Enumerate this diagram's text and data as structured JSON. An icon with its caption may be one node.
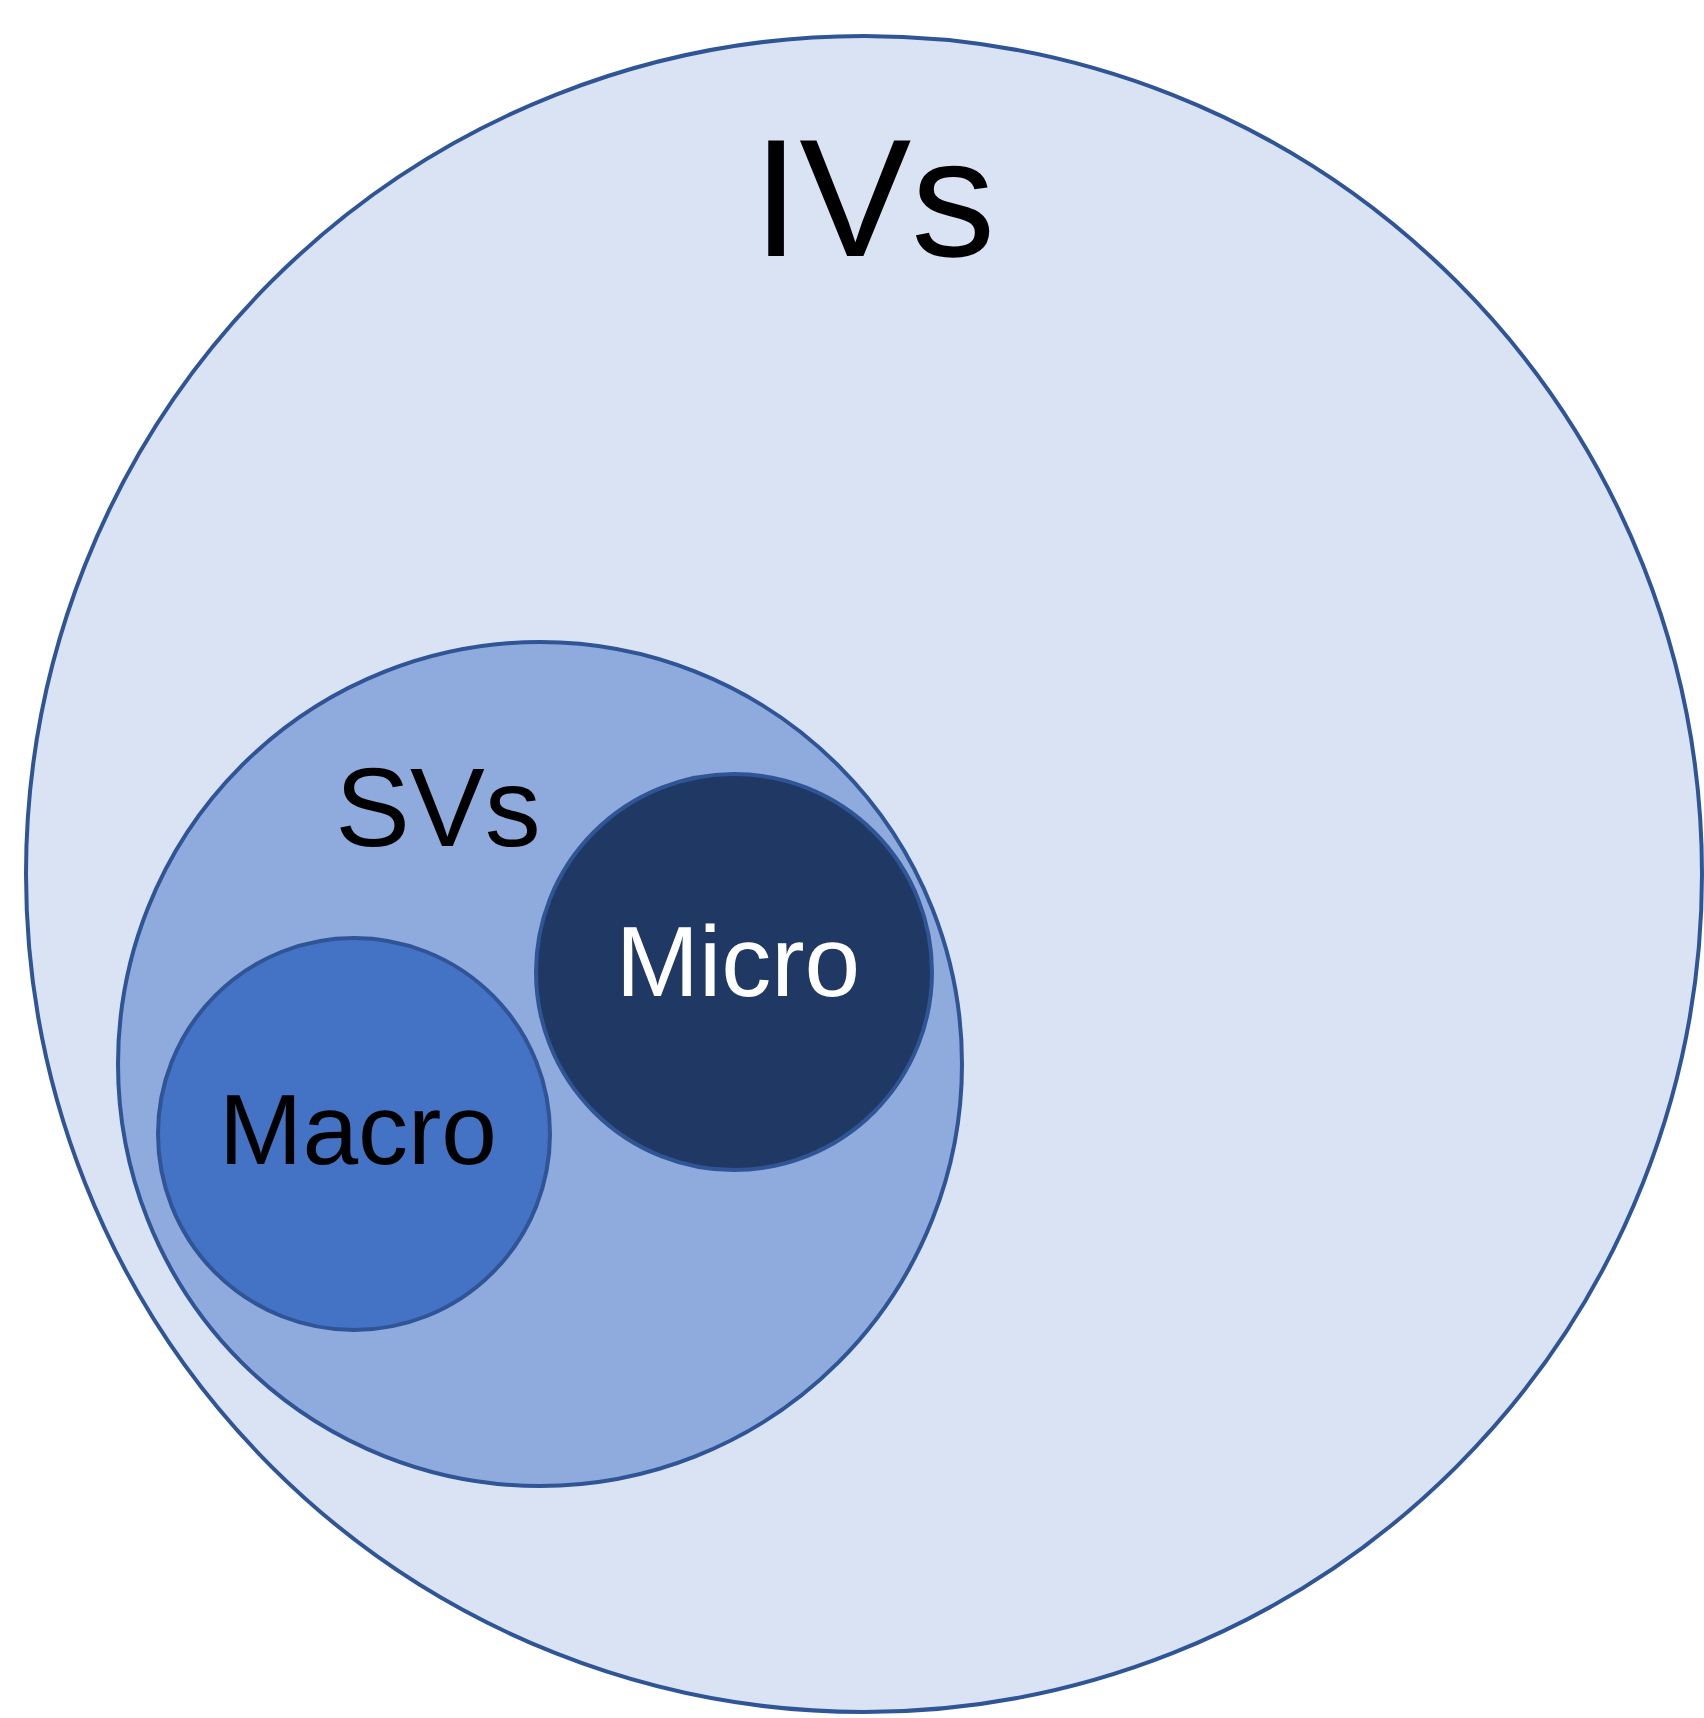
{
  "diagram": {
    "nodes": [
      {
        "text": [
          "IVs"
        ]
      },
      {
        "text": [
          "SVs"
        ],
        "in": 0
      },
      {
        "text": [
          "Micro"
        ],
        "in": 1
      },
      {
        "text": [
          "Macro"
        ],
        "in": 1
      }
    ]
  }
}
